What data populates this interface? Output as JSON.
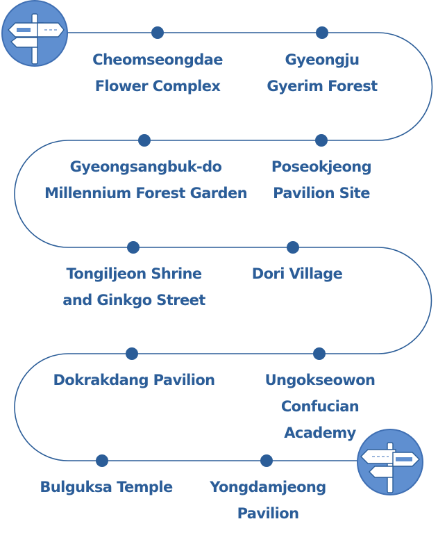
{
  "colors": {
    "route_line": "#2b5d98",
    "stop_dot": "#2b5d98",
    "label_text": "#2b5d98",
    "badge_fill": "#5f8fd0",
    "badge_ring": "#3f6fb3",
    "sign_board": "#ffffff",
    "sign_accent": "#3f6fb3"
  },
  "start_icon": "signpost-icon",
  "end_icon": "signpost-icon",
  "stops": [
    {
      "id": "cheomseongdae",
      "label": "Cheomseongdae\nFlower Complex"
    },
    {
      "id": "gyerim",
      "label": "Gyeongju\nGyerim Forest"
    },
    {
      "id": "poseokjeong",
      "label": "Poseokjeong\nPavilion Site"
    },
    {
      "id": "millennium",
      "label": "Gyeongsangbuk-do\nMillennium Forest Garden"
    },
    {
      "id": "tongiljeon",
      "label": "Tongiljeon Shrine\nand Ginkgo Street"
    },
    {
      "id": "dori",
      "label": "Dori Village"
    },
    {
      "id": "ungokseowon",
      "label": "Ungokseowon\nConfucian Academy"
    },
    {
      "id": "dokrakdang",
      "label": "Dokrakdang Pavilion"
    },
    {
      "id": "bulguksa",
      "label": "Bulguksa Temple"
    },
    {
      "id": "yongdamjeong",
      "label": "Yongdamjeong\nPavilion"
    }
  ]
}
